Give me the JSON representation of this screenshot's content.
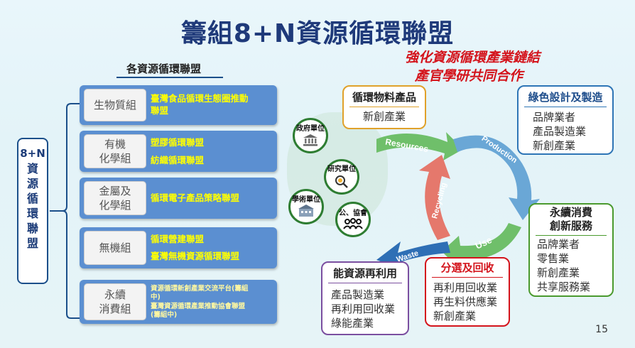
{
  "title": "籌組8+N資源循環聯盟",
  "subtitle_line1": "強化資源循環產業鏈結",
  "subtitle_line2": "產官學研共同合作",
  "left_section": {
    "heading": "各資源循環聯盟",
    "side_label_top": "8+N",
    "side_label_chars": [
      "資",
      "源",
      "循",
      "環",
      "聯",
      "盟"
    ],
    "groups": [
      {
        "name": "生物質組",
        "alliances": [
          "臺灣食品循環生態圈推動",
          "聯盟"
        ]
      },
      {
        "name_line1": "有機",
        "name_line2": "化學組",
        "alliances": [
          "塑膠循環聯盟",
          "紡織循環聯盟"
        ]
      },
      {
        "name_line1": "金屬及",
        "name_line2": "化學組",
        "alliances": [
          "循環電子產品策略聯盟"
        ]
      },
      {
        "name": "無機組",
        "alliances": [
          "循環營建聯盟",
          "臺灣無機資源循環聯盟"
        ]
      },
      {
        "name_line1": "永續",
        "name_line2": "消費組",
        "alliances": [
          "資源循環新創產業交流平台(籌組",
          "中)",
          "臺灣資源循環產業推動協會聯盟",
          "(籌組中)"
        ]
      }
    ]
  },
  "stakeholders": [
    "政府單位",
    "研究單位",
    "學術單位",
    "公、協會"
  ],
  "cycle_labels": {
    "resources": "Resources",
    "production": "Production",
    "use": "Use",
    "waste": "Waste",
    "recycling": "Recycling"
  },
  "boxes": {
    "materials": {
      "title": "循環物料產品",
      "items": [
        "新創產業"
      ],
      "color": "#e0a12a"
    },
    "design": {
      "title": "綠色設計及製造",
      "items": [
        "品牌業者",
        "產品製造業",
        "新創產業"
      ],
      "color": "#2e75b6"
    },
    "consumption": {
      "title_line1": "永續消費",
      "title_line2": "創新服務",
      "items": [
        "品牌業者",
        "零售業",
        "新創產業",
        "共享服務業"
      ],
      "color": "#4a9a2e"
    },
    "sorting": {
      "title": "分選及回收",
      "items": [
        "再利用回收業",
        "再生料供應業",
        "新創產業"
      ],
      "color": "#d4141c"
    },
    "energy": {
      "title": "能資源再利用",
      "items": [
        "產品製造業",
        "再利用回收業",
        "綠能產業"
      ],
      "color": "#7b4fa0"
    }
  },
  "page_number": "15"
}
